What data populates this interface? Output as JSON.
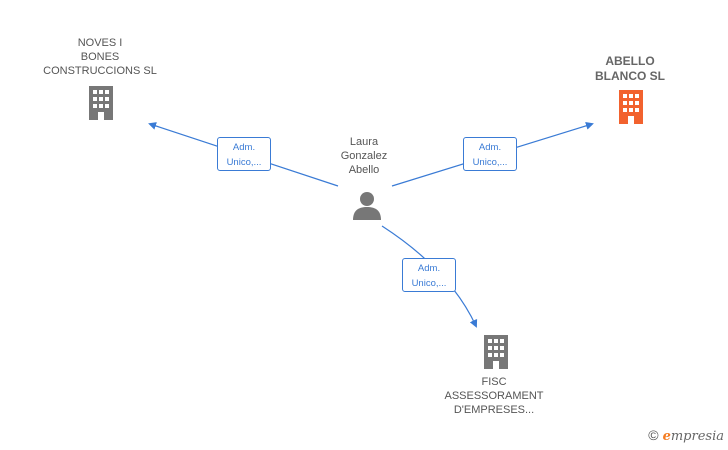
{
  "nodes": {
    "company_left": {
      "lines": [
        "NOVES I",
        "BONES",
        "CONSTRUCCIONS SL"
      ],
      "icon": "building-icon",
      "color": "#777777"
    },
    "company_right": {
      "lines": [
        "ABELLO",
        "BLANCO  SL"
      ],
      "icon": "building-icon",
      "color": "#f2622e"
    },
    "company_bottom": {
      "lines": [
        "FISC",
        "ASSESSORAMENT",
        "D'EMPRESES..."
      ],
      "icon": "building-icon",
      "color": "#777777"
    },
    "person": {
      "lines": [
        "Laura",
        "Gonzalez",
        "Abello"
      ],
      "icon": "person-icon",
      "color": "#777777"
    }
  },
  "edges": [
    {
      "label_lines": [
        "Adm.",
        "Unico,..."
      ]
    },
    {
      "label_lines": [
        "Adm.",
        "Unico,..."
      ]
    },
    {
      "label_lines": [
        "Adm.",
        "Unico,..."
      ]
    }
  ],
  "footer": {
    "copyright": "©",
    "brand_initial": "e",
    "brand_rest": "mpresia"
  },
  "colors": {
    "edge": "#3a7bd5"
  }
}
